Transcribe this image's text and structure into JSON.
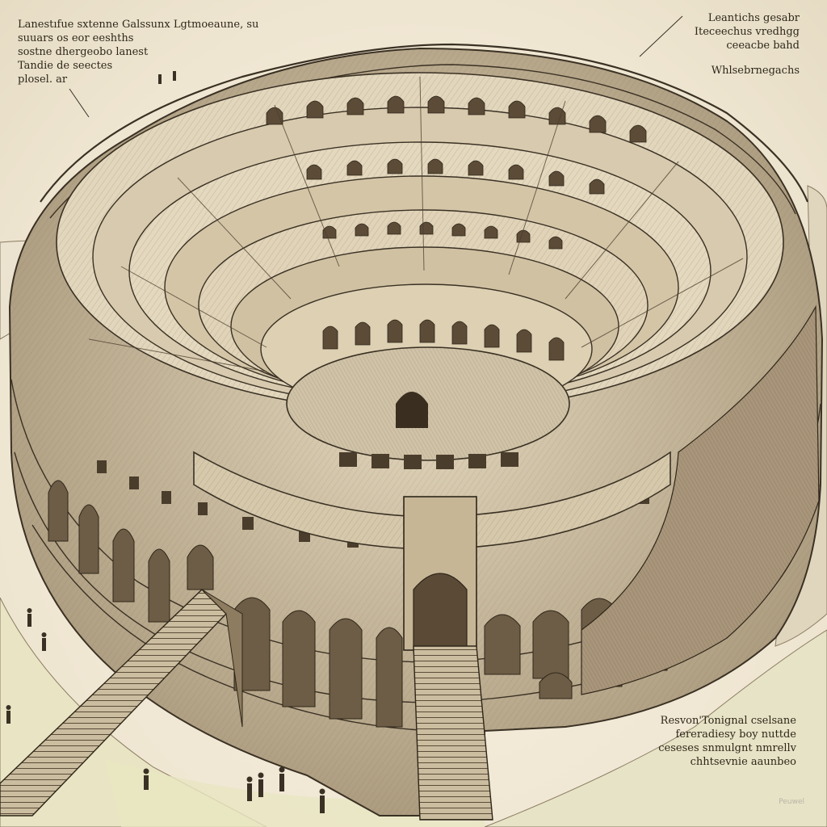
{
  "scene": {
    "subject": "colosseum-cutaway-illustration",
    "palette": {
      "paper": "#f3ecdc",
      "stone_light": "#d9ccb2",
      "stone_mid": "#b8a78a",
      "stone_dark": "#7a6a52",
      "ink": "#3a3124",
      "arena_floor": "#cfc2a6",
      "ground_green": "#e4e0b8"
    }
  },
  "annotations": {
    "top_left": [
      "Lanestıfue sxtenne Galssunx Lgtmoeaune, su",
      "suuars os eor eeshths",
      "sostne dhergeobo lanest",
      "Tandie de seectes",
      "plosel. ar"
    ],
    "top_right": [
      "Leantichs gesabr",
      "Iteceechus vredhgg",
      "ceeacbe bahd"
    ],
    "top_right_sub": "Whlsebrnegachs",
    "bottom_right": [
      "Resvon'Tonignal cselsane",
      "fereradiesy boy nuttde",
      "ceseses snmulgnt nmrellv",
      "chhtsevnie aaunbeo"
    ],
    "watermark": "Peuwel"
  }
}
